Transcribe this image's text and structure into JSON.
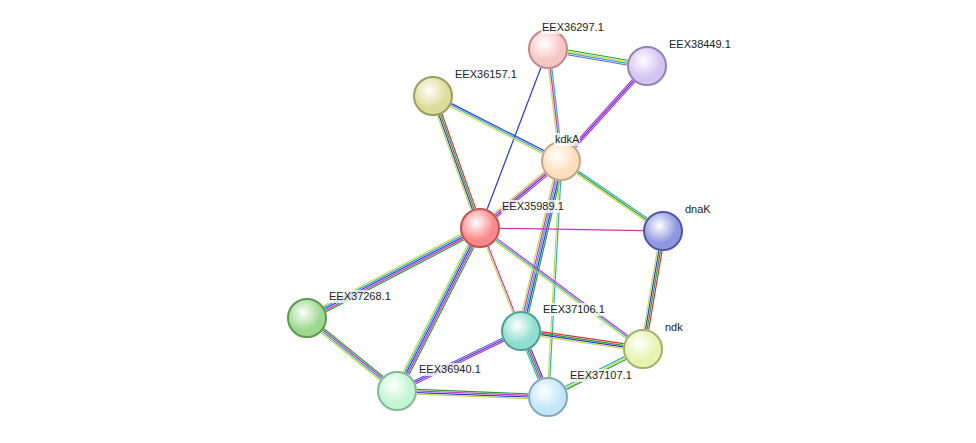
{
  "diagram": {
    "nodes": [
      {
        "text": [
          "EEX36297.1"
        ]
      },
      {
        "text": [
          "EEX38449.1"
        ]
      },
      {
        "text": [
          "EEX36157.1"
        ]
      },
      {
        "text": [
          "kdkA"
        ]
      },
      {
        "text": [
          "EEX35989.1"
        ]
      },
      {
        "text": [
          "dnaK"
        ]
      },
      {
        "text": [
          "EEX37268.1"
        ]
      },
      {
        "text": [
          "EEX37106.1"
        ]
      },
      {
        "text": [
          "ndk"
        ]
      },
      {
        "text": [
          "EEX36940.1"
        ]
      },
      {
        "text": [
          "EEX37107.1"
        ]
      }
    ],
    "edges": [
      {
        "from": 0,
        "to": 1,
        "arrow": "none"
      },
      {
        "from": 0,
        "to": 3,
        "arrow": "none"
      },
      {
        "from": 0,
        "to": 4,
        "arrow": "none"
      },
      {
        "from": 1,
        "to": 3,
        "arrow": "none"
      },
      {
        "from": 2,
        "to": 3,
        "arrow": "none"
      },
      {
        "from": 2,
        "to": 4,
        "arrow": "none"
      },
      {
        "from": 3,
        "to": 4,
        "arrow": "none"
      },
      {
        "from": 3,
        "to": 5,
        "arrow": "none"
      },
      {
        "from": 3,
        "to": 7,
        "arrow": "none"
      },
      {
        "from": 3,
        "to": 10,
        "arrow": "none"
      },
      {
        "from": 4,
        "to": 5,
        "arrow": "none"
      },
      {
        "from": 4,
        "to": 6,
        "arrow": "none"
      },
      {
        "from": 4,
        "to": 9,
        "arrow": "none"
      },
      {
        "from": 4,
        "to": 7,
        "arrow": "none"
      },
      {
        "from": 4,
        "to": 8,
        "arrow": "none"
      },
      {
        "from": 5,
        "to": 8,
        "arrow": "none"
      },
      {
        "from": 6,
        "to": 9,
        "arrow": "none"
      },
      {
        "from": 9,
        "to": 7,
        "arrow": "none"
      },
      {
        "from": 9,
        "to": 10,
        "arrow": "none"
      },
      {
        "from": 7,
        "to": 10,
        "arrow": "none"
      },
      {
        "from": 7,
        "to": 8,
        "arrow": "none"
      },
      {
        "from": 10,
        "to": 8,
        "arrow": "none"
      }
    ]
  }
}
